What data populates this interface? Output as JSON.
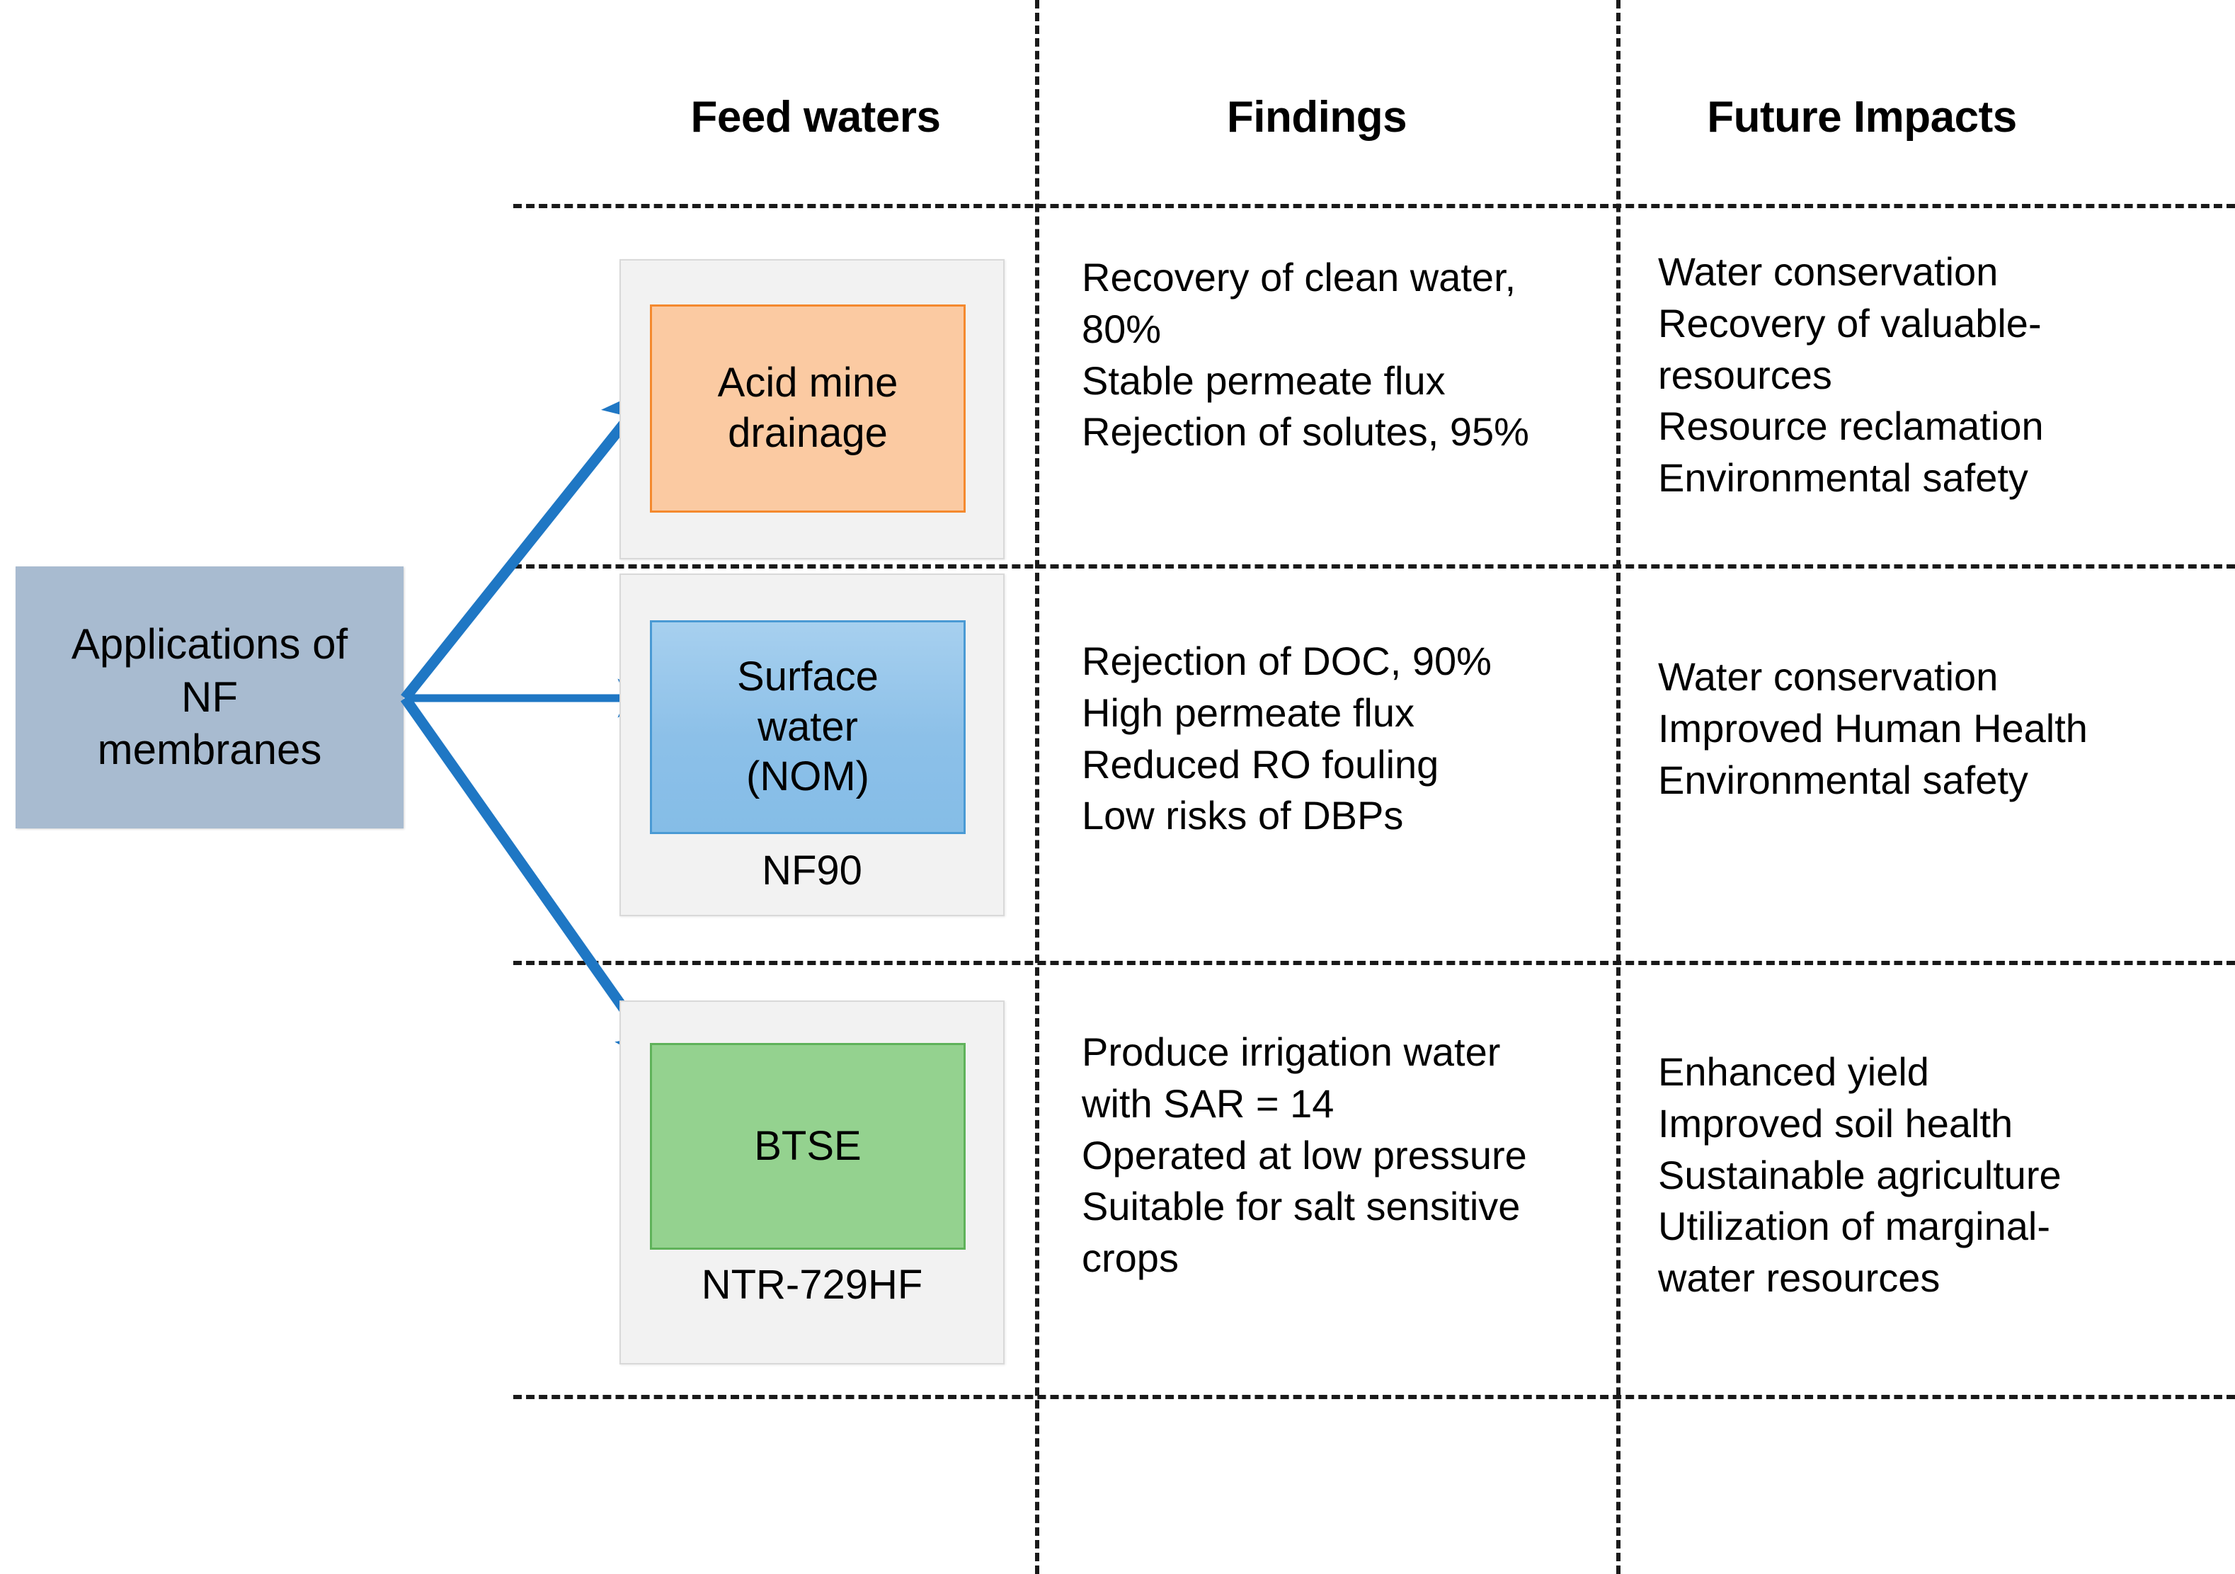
{
  "headers": {
    "feed_waters": "Feed waters",
    "findings": "Findings",
    "future_impacts": "Future Impacts"
  },
  "source": {
    "label": "Applications of\nNF\nmembranes",
    "fill_color": "#a8bbd0"
  },
  "rows": [
    {
      "feed_water": "Acid mine\ndrainage",
      "membrane": "",
      "box_fill": "#fbcaa2",
      "box_border": "#f4892e",
      "findings": "Recovery of clean water,\n80%\nStable permeate flux\nRejection  of  solutes, 95%",
      "impacts": "Water conservation\nRecovery of valuable-\nresources\nResource reclamation\nEnvironmental safety"
    },
    {
      "feed_water": "Surface\nwater\n(NOM)",
      "membrane": "NF90",
      "box_fill": "#8cc0e8",
      "box_border": "#4a9ad4",
      "findings": "Rejection of DOC, 90%\nHigh permeate flux\nReduced RO fouling\nLow risks of DBPs",
      "impacts": "Water conservation\nImproved Human Health\nEnvironmental safety"
    },
    {
      "feed_water": "BTSE",
      "membrane": "NTR-729HF",
      "box_fill": "#94d28f",
      "box_border": "#5fb25a",
      "findings": "Produce irrigation water\nwith SAR = 14\nOperated at low pressure\nSuitable for salt sensitive\ncrops",
      "impacts": "Enhanced yield\nImproved soil health\nSustainable agriculture\nUtilization of marginal-\nwater resources"
    }
  ],
  "arrows": {
    "color": "#1f77c4",
    "count": 3,
    "origin": "right edge of source box"
  },
  "grid": {
    "line_color": "#1a1a1a",
    "style": "dashed"
  }
}
